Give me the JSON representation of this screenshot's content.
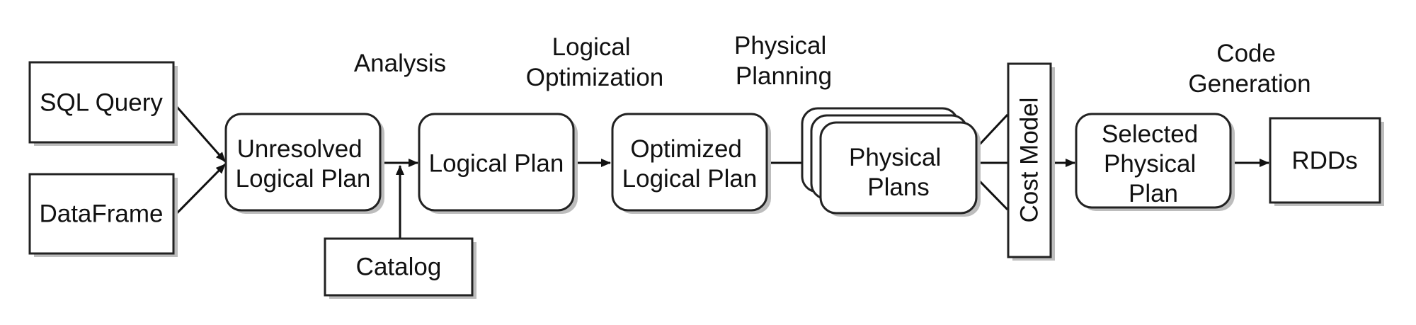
{
  "stages": {
    "analysis": "Analysis",
    "logical_optimization": [
      "Logical",
      "Optimization"
    ],
    "physical_planning": [
      "Physical",
      "Planning"
    ],
    "code_generation": [
      "Code",
      "Generation"
    ]
  },
  "nodes": {
    "sql_query": [
      "SQL Query"
    ],
    "dataframe": [
      "DataFrame"
    ],
    "unresolved_logical_plan": [
      "Unresolved",
      "Logical Plan"
    ],
    "catalog": [
      "Catalog"
    ],
    "logical_plan": [
      "Logical Plan"
    ],
    "optimized_logical_plan": [
      "Optimized",
      "Logical Plan"
    ],
    "physical_plans": [
      "Physical",
      "Plans"
    ],
    "cost_model": "Cost Model",
    "selected_physical_plan": [
      "Selected",
      "Physical",
      "Plan"
    ],
    "rdds": [
      "RDDs"
    ]
  },
  "colors": {
    "stroke": "#222222",
    "fill": "#ffffff",
    "shadow": "#bdbdbd",
    "text": "#111111"
  }
}
